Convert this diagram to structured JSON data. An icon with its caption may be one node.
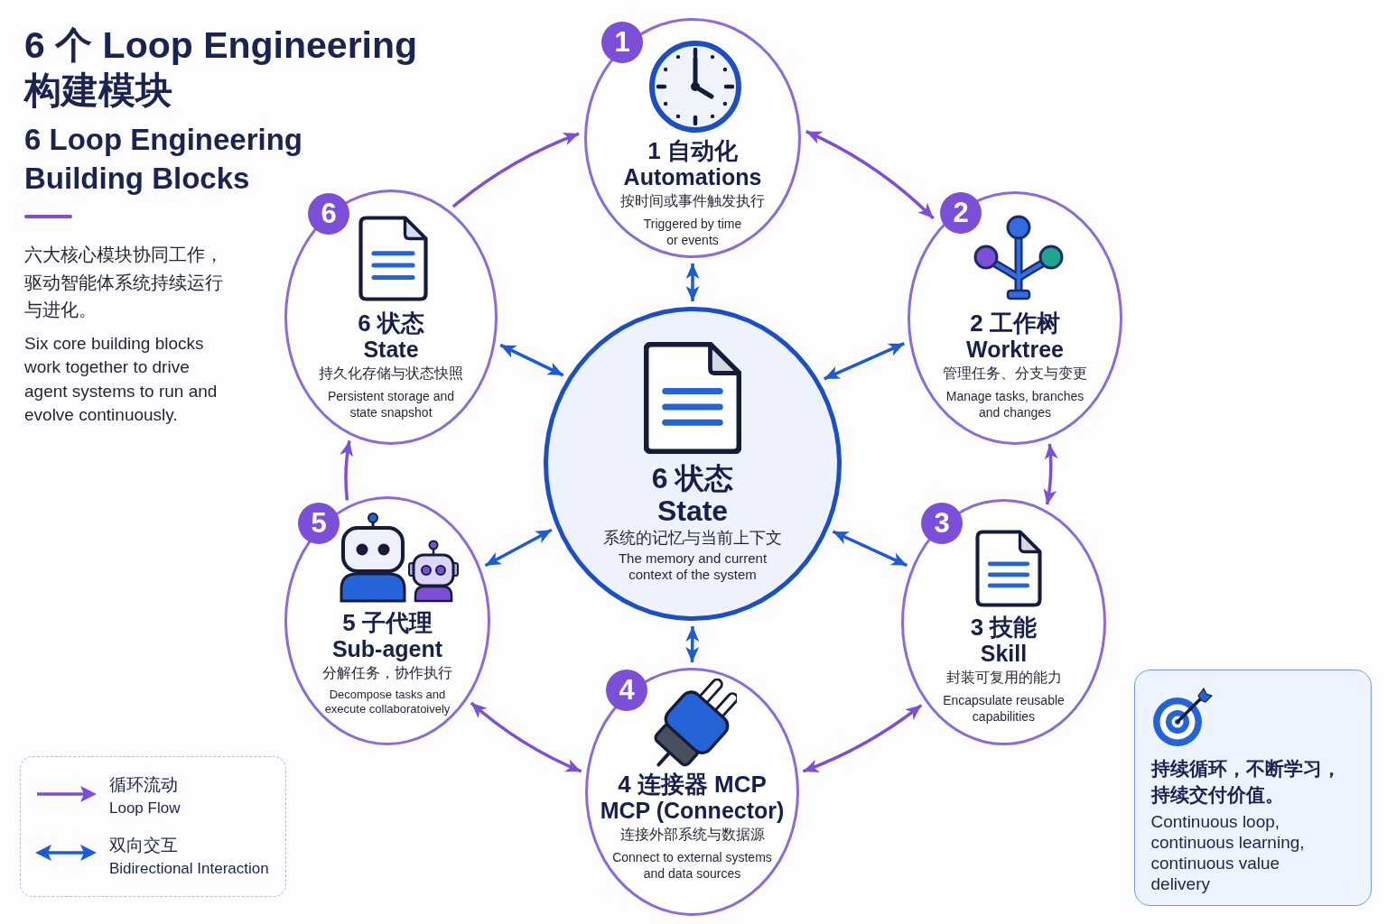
{
  "diagram": {
    "title": "6 个 Loop Engineering 构建模块",
    "nodes": [
      {
        "text": [
          "1",
          "1 自动化",
          "Automations",
          "按时间或事件触发执行",
          "Triggered by time or events"
        ]
      },
      {
        "text": [
          "2",
          "2 工作树",
          "Worktree",
          "管理任务、分支与变更",
          "Manage tasks, branches and changes"
        ]
      },
      {
        "text": [
          "3",
          "3 技能",
          "Skill",
          "封装可复用的能力",
          "Encapsulate reusable capabilities"
        ]
      },
      {
        "text": [
          "4",
          "4 连接器 MCP",
          "MCP (Connector)",
          "连接外部系统与数据源",
          "Connect to external systems and data sources"
        ]
      },
      {
        "text": [
          "5",
          "5 子代理",
          "Sub-agent",
          "分解任务，协作执行",
          "Decompose tasks and execute collaboratoively"
        ]
      },
      {
        "text": [
          "6",
          "6 状态",
          "State",
          "持久化存储与状态快照",
          "Persistent storage and state snapshot"
        ]
      },
      {
        "text": [
          "6 状态",
          "State",
          "系统的记忆与当前上下文",
          "The memory and current context of the system"
        ]
      },
      {
        "text": [
          "持续循环，不断学习，持续交付价值。",
          "Continuous loop, continuous learning, continuous value delivery"
        ]
      }
    ],
    "edges": [
      {
        "from": 5,
        "to": 0,
        "arrow": "to"
      },
      {
        "from": 0,
        "to": 1,
        "arrow": "both"
      },
      {
        "from": 1,
        "to": 2,
        "arrow": "both"
      },
      {
        "from": 2,
        "to": 3,
        "arrow": "both"
      },
      {
        "from": 3,
        "to": 4,
        "arrow": "both"
      },
      {
        "from": 4,
        "to": 5,
        "arrow": "to"
      },
      {
        "from": 6,
        "to": 0,
        "arrow": "both",
        "color": "#1d5bd6"
      },
      {
        "from": 6,
        "to": 1,
        "arrow": "both",
        "color": "#1d5bd6"
      },
      {
        "from": 6,
        "to": 2,
        "arrow": "both",
        "color": "#1d5bd6"
      },
      {
        "from": 6,
        "to": 3,
        "arrow": "both",
        "color": "#1d5bd6"
      },
      {
        "from": 6,
        "to": 4,
        "arrow": "both",
        "color": "#1d5bd6"
      },
      {
        "from": 6,
        "to": 5,
        "arrow": "both",
        "color": "#1d5bd6"
      }
    ],
    "labels": [
      "6 Loop Engineering Building Blocks",
      "六大核心模块协同工作，驱动智能体系统持续运行与进化。",
      "Six core building blocks work together to drive agent systems to run and evolve continuously."
    ],
    "legend": [
      {
        "text": "循环流动 Loop Flow"
      },
      {
        "text": "双向交互 Bidirectional Interaction"
      }
    ]
  }
}
